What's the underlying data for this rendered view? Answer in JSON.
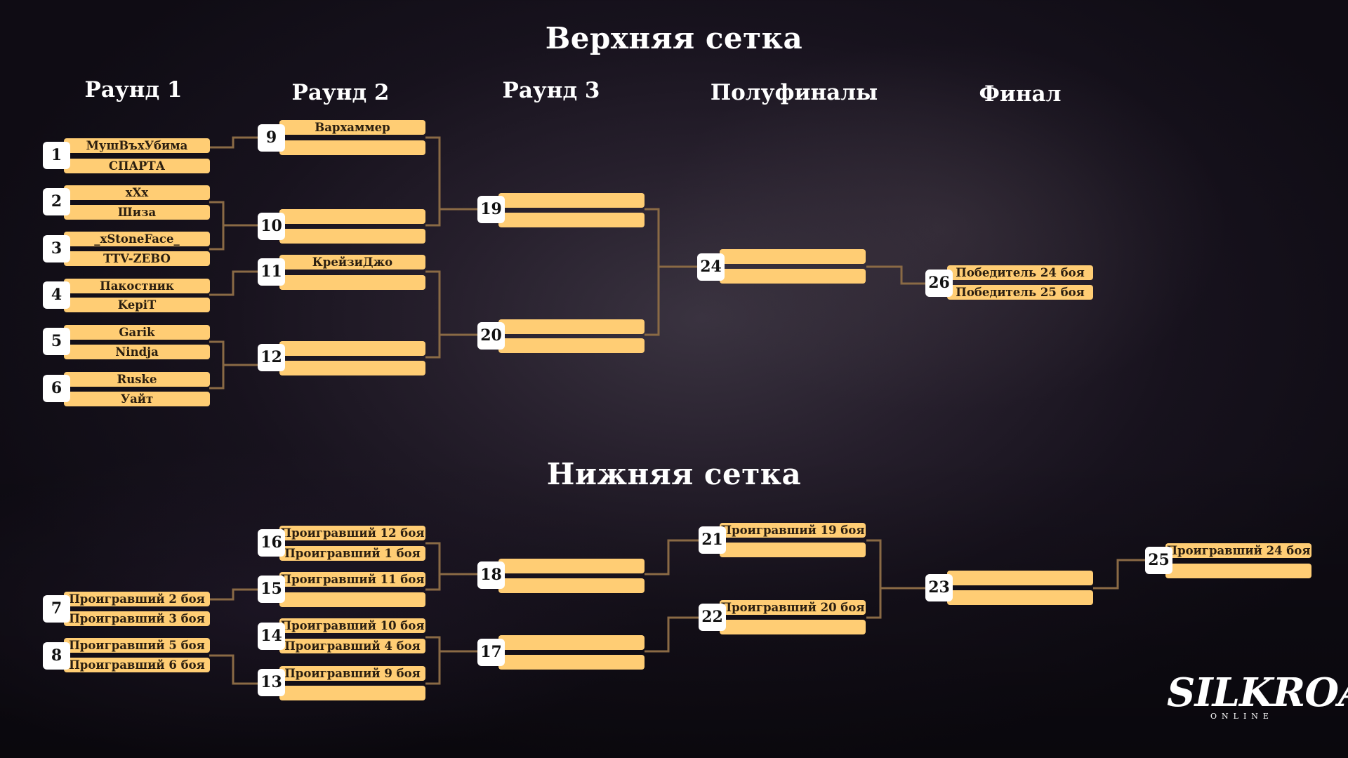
{
  "headings": {
    "upper": "Верхняя сетка",
    "lower": "Нижняя сетка"
  },
  "rounds": {
    "r1": "Раунд 1",
    "r2": "Раунд 2",
    "r3": "Раунд 3",
    "semis": "Полуфиналы",
    "final": "Финал"
  },
  "matches": {
    "m1": {
      "num": "1",
      "a": "МушВъхУбима",
      "b": "СПАРТА"
    },
    "m2": {
      "num": "2",
      "a": "xXx",
      "b": "Шиза"
    },
    "m3": {
      "num": "3",
      "a": "_xStoneFace_",
      "b": "TTV-ZEBO"
    },
    "m4": {
      "num": "4",
      "a": "Пакостник",
      "b": "KepiT"
    },
    "m5": {
      "num": "5",
      "a": "Garik",
      "b": "Nindja"
    },
    "m6": {
      "num": "6",
      "a": "Ruske",
      "b": "Уайт"
    },
    "m7": {
      "num": "7",
      "a": "Проигравший 2 боя",
      "b": "Проигравший 3 боя"
    },
    "m8": {
      "num": "8",
      "a": "Проигравший 5 боя",
      "b": "Проигравший 6 боя"
    },
    "m9": {
      "num": "9",
      "a": "Вархаммер",
      "b": ""
    },
    "m10": {
      "num": "10",
      "a": "",
      "b": ""
    },
    "m11": {
      "num": "11",
      "a": "КрейзиДжо",
      "b": ""
    },
    "m12": {
      "num": "12",
      "a": "",
      "b": ""
    },
    "m13": {
      "num": "13",
      "a": "Проигравший 9 боя",
      "b": ""
    },
    "m14": {
      "num": "14",
      "a": "Проигравший 10 боя",
      "b": "Проигравший 4 боя"
    },
    "m15": {
      "num": "15",
      "a": "Проигравший 11 боя",
      "b": ""
    },
    "m16": {
      "num": "16",
      "a": "Проигравший 12 боя",
      "b": "Проигравший 1 боя"
    },
    "m17": {
      "num": "17",
      "a": "",
      "b": ""
    },
    "m18": {
      "num": "18",
      "a": "",
      "b": ""
    },
    "m19": {
      "num": "19",
      "a": "",
      "b": ""
    },
    "m20": {
      "num": "20",
      "a": "",
      "b": ""
    },
    "m21": {
      "num": "21",
      "a": "Проигравший 19 боя",
      "b": ""
    },
    "m22": {
      "num": "22",
      "a": "Проигравший 20 боя",
      "b": ""
    },
    "m23": {
      "num": "23",
      "a": "",
      "b": ""
    },
    "m24": {
      "num": "24",
      "a": "",
      "b": ""
    },
    "m25": {
      "num": "25",
      "a": "Проигравший 24 боя",
      "b": ""
    },
    "m26": {
      "num": "26",
      "a": "Победитель 24 боя",
      "b": "Победитель 25 боя"
    }
  },
  "logo": {
    "main": "SILKROAD",
    "sub": "ONLINE"
  },
  "colors": {
    "slot": "#ffcd74",
    "connector": "#8a6a45",
    "badge": "#ffffff"
  }
}
